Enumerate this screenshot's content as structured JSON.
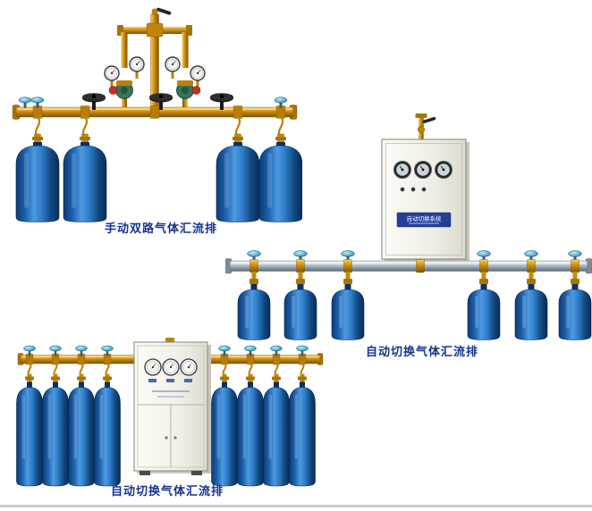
{
  "page": {
    "background": "#ffffff"
  },
  "colors": {
    "caption_text": "#17338f",
    "brass": "#c8860d",
    "cylinder_blue": "#1d63b0",
    "valve_knob_blue": "#58b6d6",
    "cabinet_body": "#f2f1e9",
    "silver_pipe": "#9aa7b0"
  },
  "products": [
    {
      "id": "manual-dual-manifold",
      "caption": "手动双路气体汇流排",
      "cylinders": 4,
      "handwheel_valves": 3,
      "regulators": 2,
      "gauges": 4
    },
    {
      "id": "auto-switch-manifold-cabinet",
      "caption": "自动切换气体汇流排",
      "cabinet_label": "自动切换系统",
      "cylinders": 6,
      "gauges": 3
    },
    {
      "id": "auto-switch-manifold-floor-cabinet",
      "caption": "自动切换气体汇流排",
      "cylinders": 8,
      "gauges": 3
    }
  ]
}
